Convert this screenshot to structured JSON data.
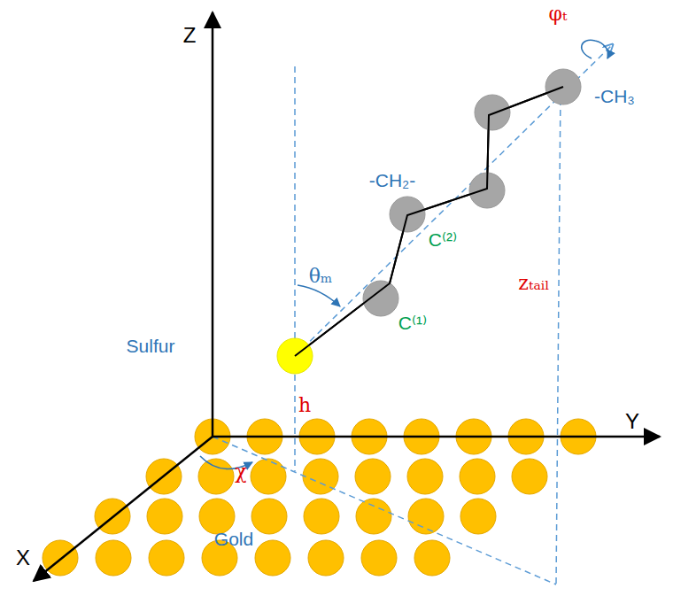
{
  "diagram": {
    "labels": [
      "Z",
      "Y",
      "X",
      "φₜ",
      "-CH₃",
      "-CH₂-",
      "C⁽²⁾",
      "θₘ",
      "C⁽¹⁾",
      "zₜₐᵢₗ",
      "Sulfur",
      "h",
      "χ",
      "Gold"
    ]
  }
}
